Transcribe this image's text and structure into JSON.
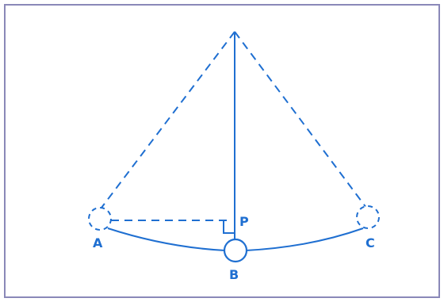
{
  "diagram": {
    "labels": {
      "a": "A",
      "b": "B",
      "c": "C",
      "p": "P"
    },
    "colors": {
      "line": "#1f6fd1",
      "frame": "#8a88b8"
    }
  }
}
